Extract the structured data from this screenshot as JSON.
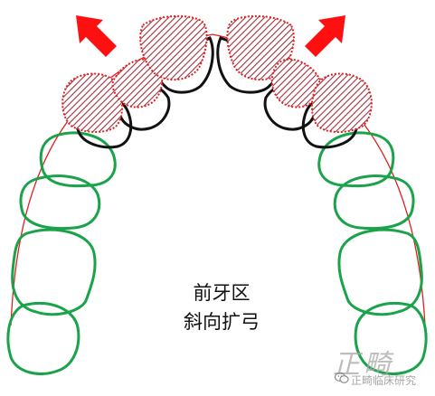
{
  "labels": {
    "region": "前牙区",
    "direction": "斜向扩弓"
  },
  "watermark": {
    "brand": "正畸",
    "channel": "正畸临床研究"
  },
  "colors": {
    "arch_curve": "#e02020",
    "molar_outline": "#1aa34a",
    "tooth_outline": "#111111",
    "expansion_outline": "#e02020",
    "hatch": "#a03040",
    "arrow": "#ff1010"
  },
  "icons": {
    "watermark_logo": "wechat-icon",
    "expansion_arrows": "arrow-icon"
  }
}
